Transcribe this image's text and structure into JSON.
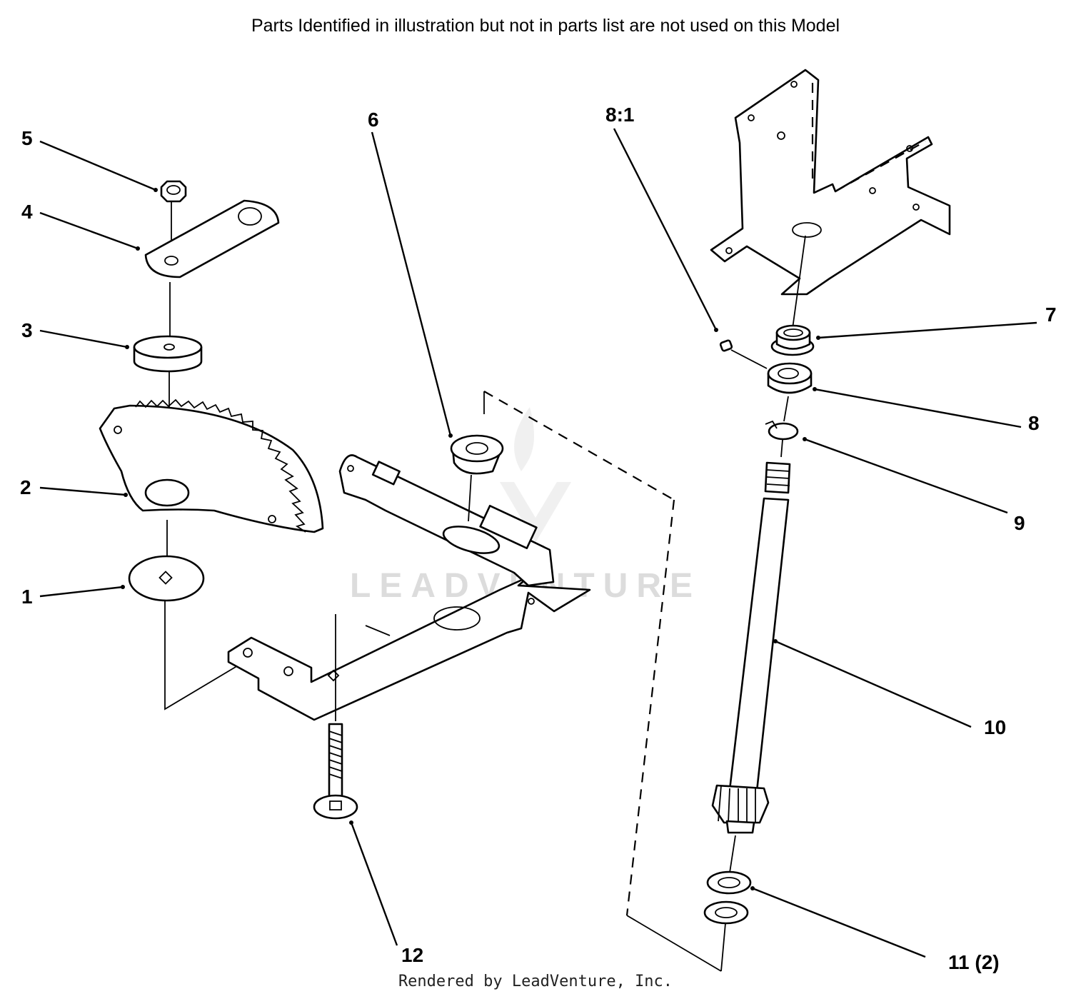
{
  "header": {
    "note": "Parts Identified  in illustration but not in parts list are not used on this Model"
  },
  "footer": {
    "credit": "Rendered by LeadVenture, Inc."
  },
  "watermark": {
    "text": "LEADVENTURE"
  },
  "callouts": {
    "p1": "1",
    "p2": "2",
    "p3": "3",
    "p4": "4",
    "p5": "5",
    "p6": "6",
    "p7": "7",
    "p8": "8",
    "p8_1": "8:1",
    "p9": "9",
    "p10": "10",
    "p11": "11 (2)",
    "p12": "12"
  },
  "colors": {
    "ink": "#000000",
    "background": "#ffffff",
    "watermark": "#dcdcdc"
  }
}
